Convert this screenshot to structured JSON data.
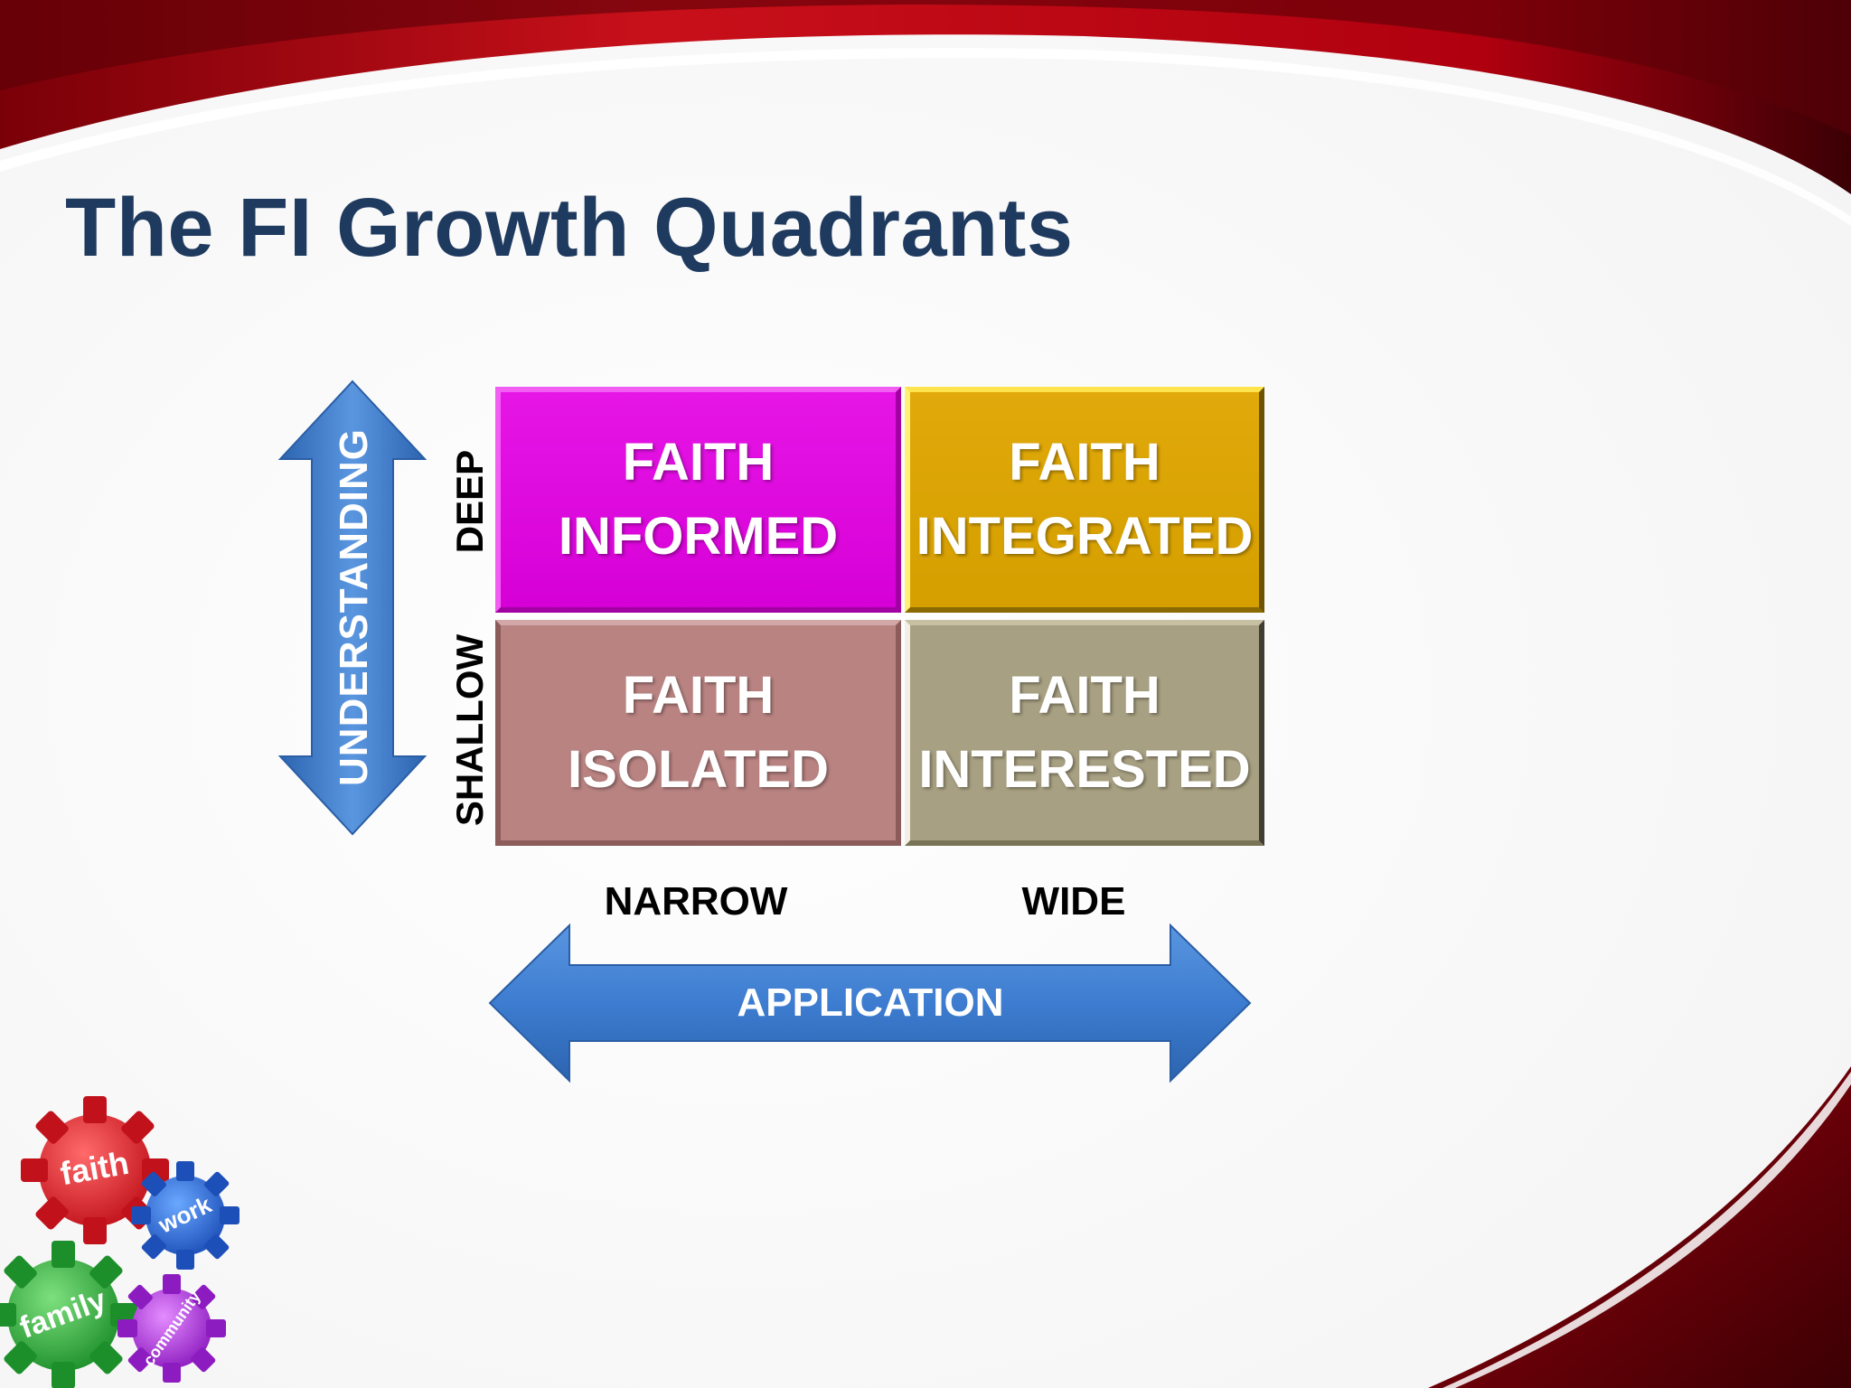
{
  "slide": {
    "title": "The FI Growth Quadrants"
  },
  "quadrants": {
    "informed": {
      "line1": "FAITH",
      "line2": "INFORMED",
      "color": "#dc00dc"
    },
    "integrated": {
      "line1": "FAITH",
      "line2": "INTEGRATED",
      "color": "#d8a200"
    },
    "isolated": {
      "line1": "FAITH",
      "line2": "ISOLATED",
      "color": "#b98382"
    },
    "interested": {
      "line1": "FAITH",
      "line2": "INTERESTED",
      "color": "#a8a082"
    }
  },
  "axes": {
    "vertical": {
      "label": "UNDERSTANDING",
      "top": "DEEP",
      "bottom": "SHALLOW"
    },
    "horizontal": {
      "label": "APPLICATION",
      "left": "NARROW",
      "right": "WIDE"
    }
  },
  "logo": {
    "gears": [
      "faith",
      "work",
      "family",
      "community"
    ]
  },
  "colors": {
    "title": "#1f3a5f",
    "arrow": "#4a86d6",
    "swoosh": "#c8101a"
  }
}
